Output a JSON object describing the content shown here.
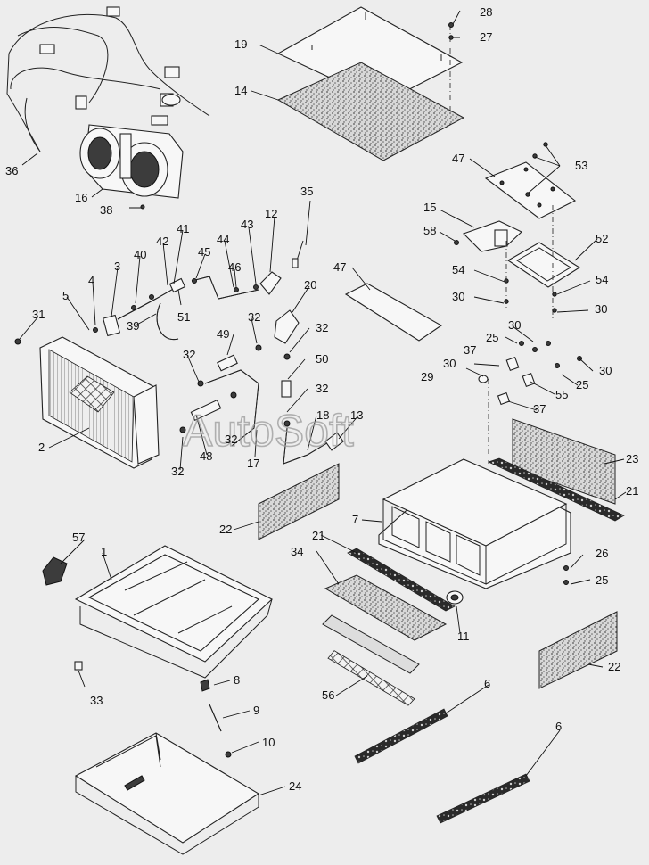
{
  "watermark": "AutoSoft",
  "callouts": {
    "c36": "36",
    "c16": "16",
    "c38": "38",
    "c28": "28",
    "c27": "27",
    "c19": "19",
    "c14": "14",
    "c47a": "47",
    "c53": "53",
    "c35": "35",
    "c12": "12",
    "c15": "15",
    "c58": "58",
    "c52": "52",
    "c43": "43",
    "c44": "44",
    "c41": "41",
    "c42": "42",
    "c45": "45",
    "c40": "40",
    "c3": "3",
    "c4": "4",
    "c5": "5",
    "c31": "31",
    "c46": "46",
    "c51": "51",
    "c39": "39",
    "c20": "20",
    "c47b": "47",
    "c54a": "54",
    "c54b": "54",
    "c30a": "30",
    "c30b": "30",
    "c30c": "30",
    "c30d": "30",
    "c30e": "30",
    "c49": "49",
    "c32a": "32",
    "c32b": "32",
    "c32c": "32",
    "c32d": "32",
    "c32e": "32",
    "c32f": "32",
    "c50": "50",
    "c25a": "25",
    "c25b": "25",
    "c25c": "25",
    "c37a": "37",
    "c37b": "37",
    "c29": "29",
    "c55": "55",
    "c2": "2",
    "c48": "48",
    "c17": "17",
    "c18": "18",
    "c13": "13",
    "c23": "23",
    "c21a": "21",
    "c21b": "21",
    "c22a": "22",
    "c22b": "22",
    "c7": "7",
    "c57": "57",
    "c1": "1",
    "c34": "34",
    "c26": "26",
    "c11": "11",
    "c56": "56",
    "c6a": "6",
    "c6b": "6",
    "c33": "33",
    "c8": "8",
    "c9": "9",
    "c10": "10",
    "c24": "24"
  }
}
